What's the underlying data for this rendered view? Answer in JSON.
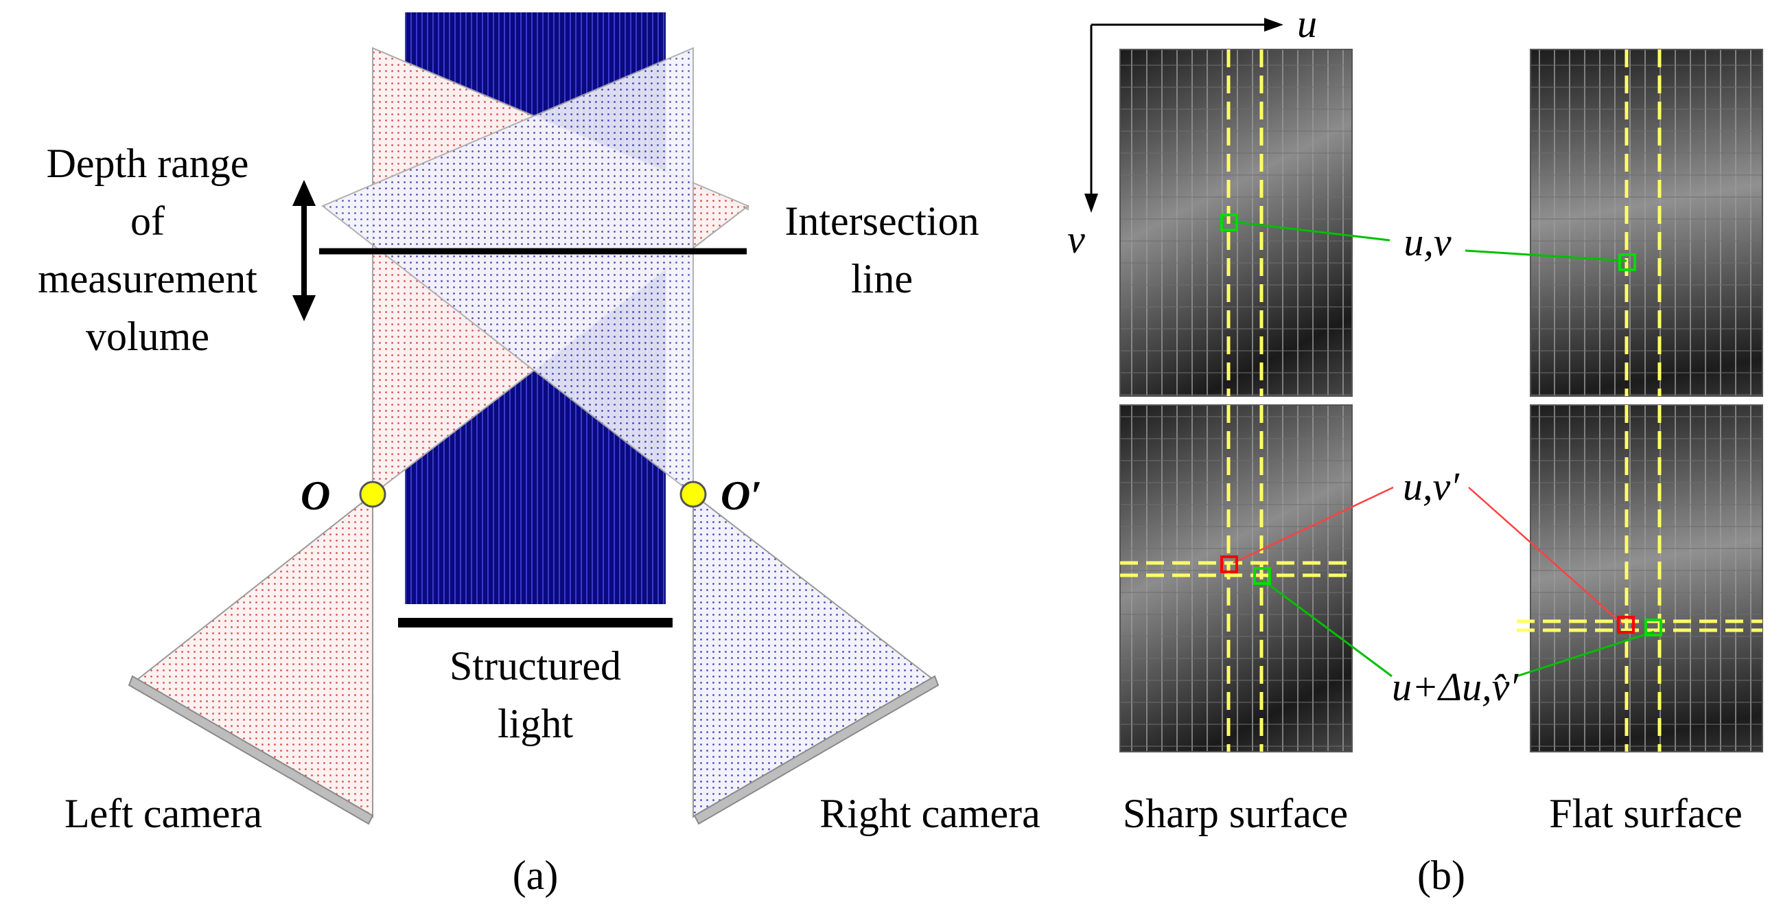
{
  "panel_a": {
    "depth_range_lines": [
      "Depth range",
      "of",
      "measurement",
      "volume"
    ],
    "intersection_lines": [
      "Intersection",
      "line"
    ],
    "structured_light_lines": [
      "Structured",
      "light"
    ],
    "left_camera": "Left camera",
    "right_camera": "Right camera",
    "origin_left": "O",
    "origin_right": "O′",
    "caption": "(a)",
    "colors": {
      "structured_light": "#0a0a80",
      "left_frustum": "#d9534f",
      "right_frustum": "#4b4bbd",
      "camera_sensor": "#bdbdbd",
      "optical_center": "#ffff00"
    }
  },
  "panel_b": {
    "axis_u": "u",
    "axis_v": "v",
    "label_uv": "u,v",
    "label_uv_prime": "u,v′",
    "label_u_du": "u+Δu,v̂′",
    "sharp_surface": "Sharp surface",
    "flat_surface": "Flat surface",
    "caption": "(b)",
    "colors": {
      "dashed_guide": "#ffff66",
      "green_marker": "#00dd00",
      "red_marker": "#ff0000",
      "green_leader": "#00c000",
      "red_leader": "#ff4040"
    }
  }
}
